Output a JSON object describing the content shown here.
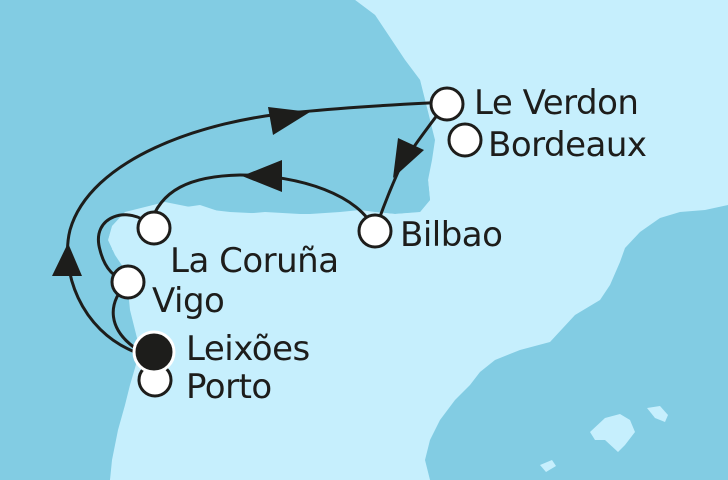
{
  "map": {
    "title": "Cruise route map",
    "colors": {
      "sea": "#82cce3",
      "land": "#c6effd",
      "route": "#1d1d1b",
      "port_fill": "#ffffff",
      "start_port_fill": "#1d1d1b"
    },
    "ports": [
      {
        "id": "leixoes",
        "label": "Leixões",
        "type": "start-end"
      },
      {
        "id": "porto",
        "label": "Porto",
        "type": "port"
      },
      {
        "id": "vigo",
        "label": "Vigo",
        "type": "port"
      },
      {
        "id": "la-coruna",
        "label": "La Coruña",
        "type": "port"
      },
      {
        "id": "bilbao",
        "label": "Bilbao",
        "type": "port"
      },
      {
        "id": "le-verdon",
        "label": "Le Verdon",
        "type": "port"
      },
      {
        "id": "bordeaux",
        "label": "Bordeaux",
        "type": "port"
      }
    ]
  }
}
